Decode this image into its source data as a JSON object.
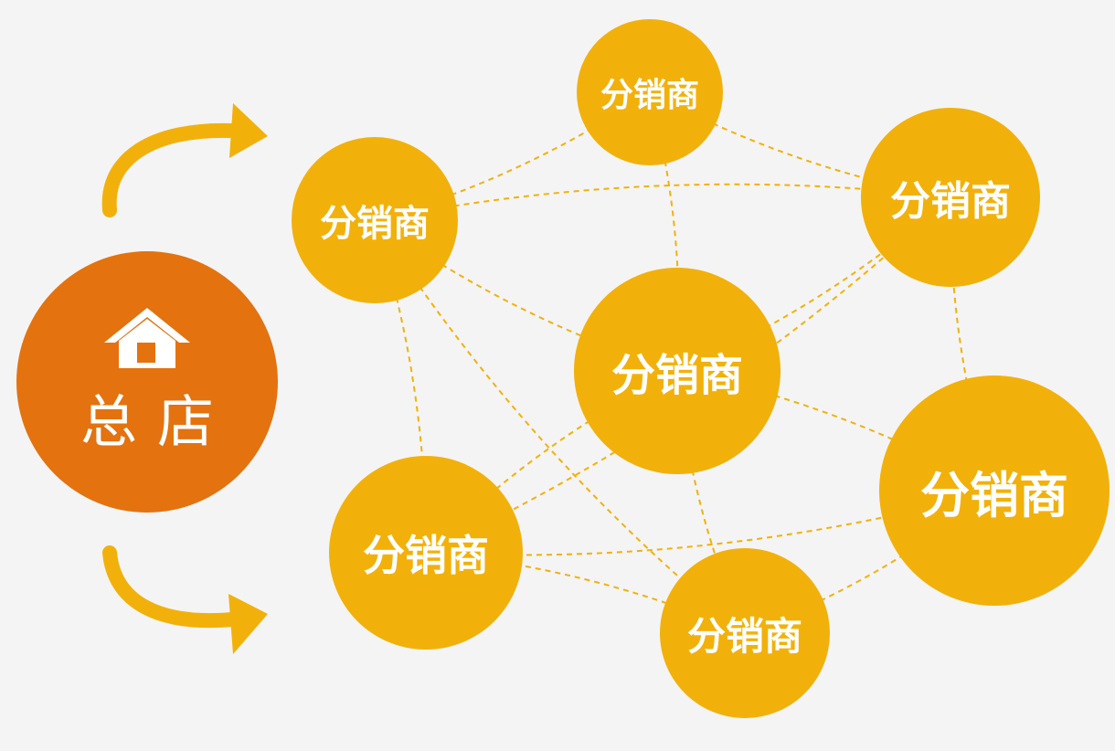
{
  "headquarters": {
    "label": "总店",
    "icon": "house-icon",
    "color": "#e4720f"
  },
  "distributor_label": "分销商",
  "distributor_color": "#f2b10a",
  "link_color": "#f2b10a",
  "arrow_color": "#f2b10a",
  "nodes": [
    {
      "id": "top",
      "label": "分销商"
    },
    {
      "id": "upper-left",
      "label": "分销商"
    },
    {
      "id": "upper-right",
      "label": "分销商"
    },
    {
      "id": "center",
      "label": "分销商"
    },
    {
      "id": "lower-left",
      "label": "分销商"
    },
    {
      "id": "right",
      "label": "分销商"
    },
    {
      "id": "bottom",
      "label": "分销商"
    }
  ],
  "links": [
    [
      "upper-left",
      "top"
    ],
    [
      "upper-left",
      "upper-right"
    ],
    [
      "top",
      "upper-right"
    ],
    [
      "top",
      "center"
    ],
    [
      "upper-left",
      "center"
    ],
    [
      "upper-left",
      "lower-left"
    ],
    [
      "upper-left",
      "bottom"
    ],
    [
      "upper-right",
      "center"
    ],
    [
      "upper-right",
      "right"
    ],
    [
      "upper-right",
      "lower-left"
    ],
    [
      "center",
      "lower-left"
    ],
    [
      "center",
      "right"
    ],
    [
      "center",
      "bottom"
    ],
    [
      "lower-left",
      "bottom"
    ],
    [
      "lower-left",
      "right"
    ],
    [
      "right",
      "bottom"
    ]
  ]
}
